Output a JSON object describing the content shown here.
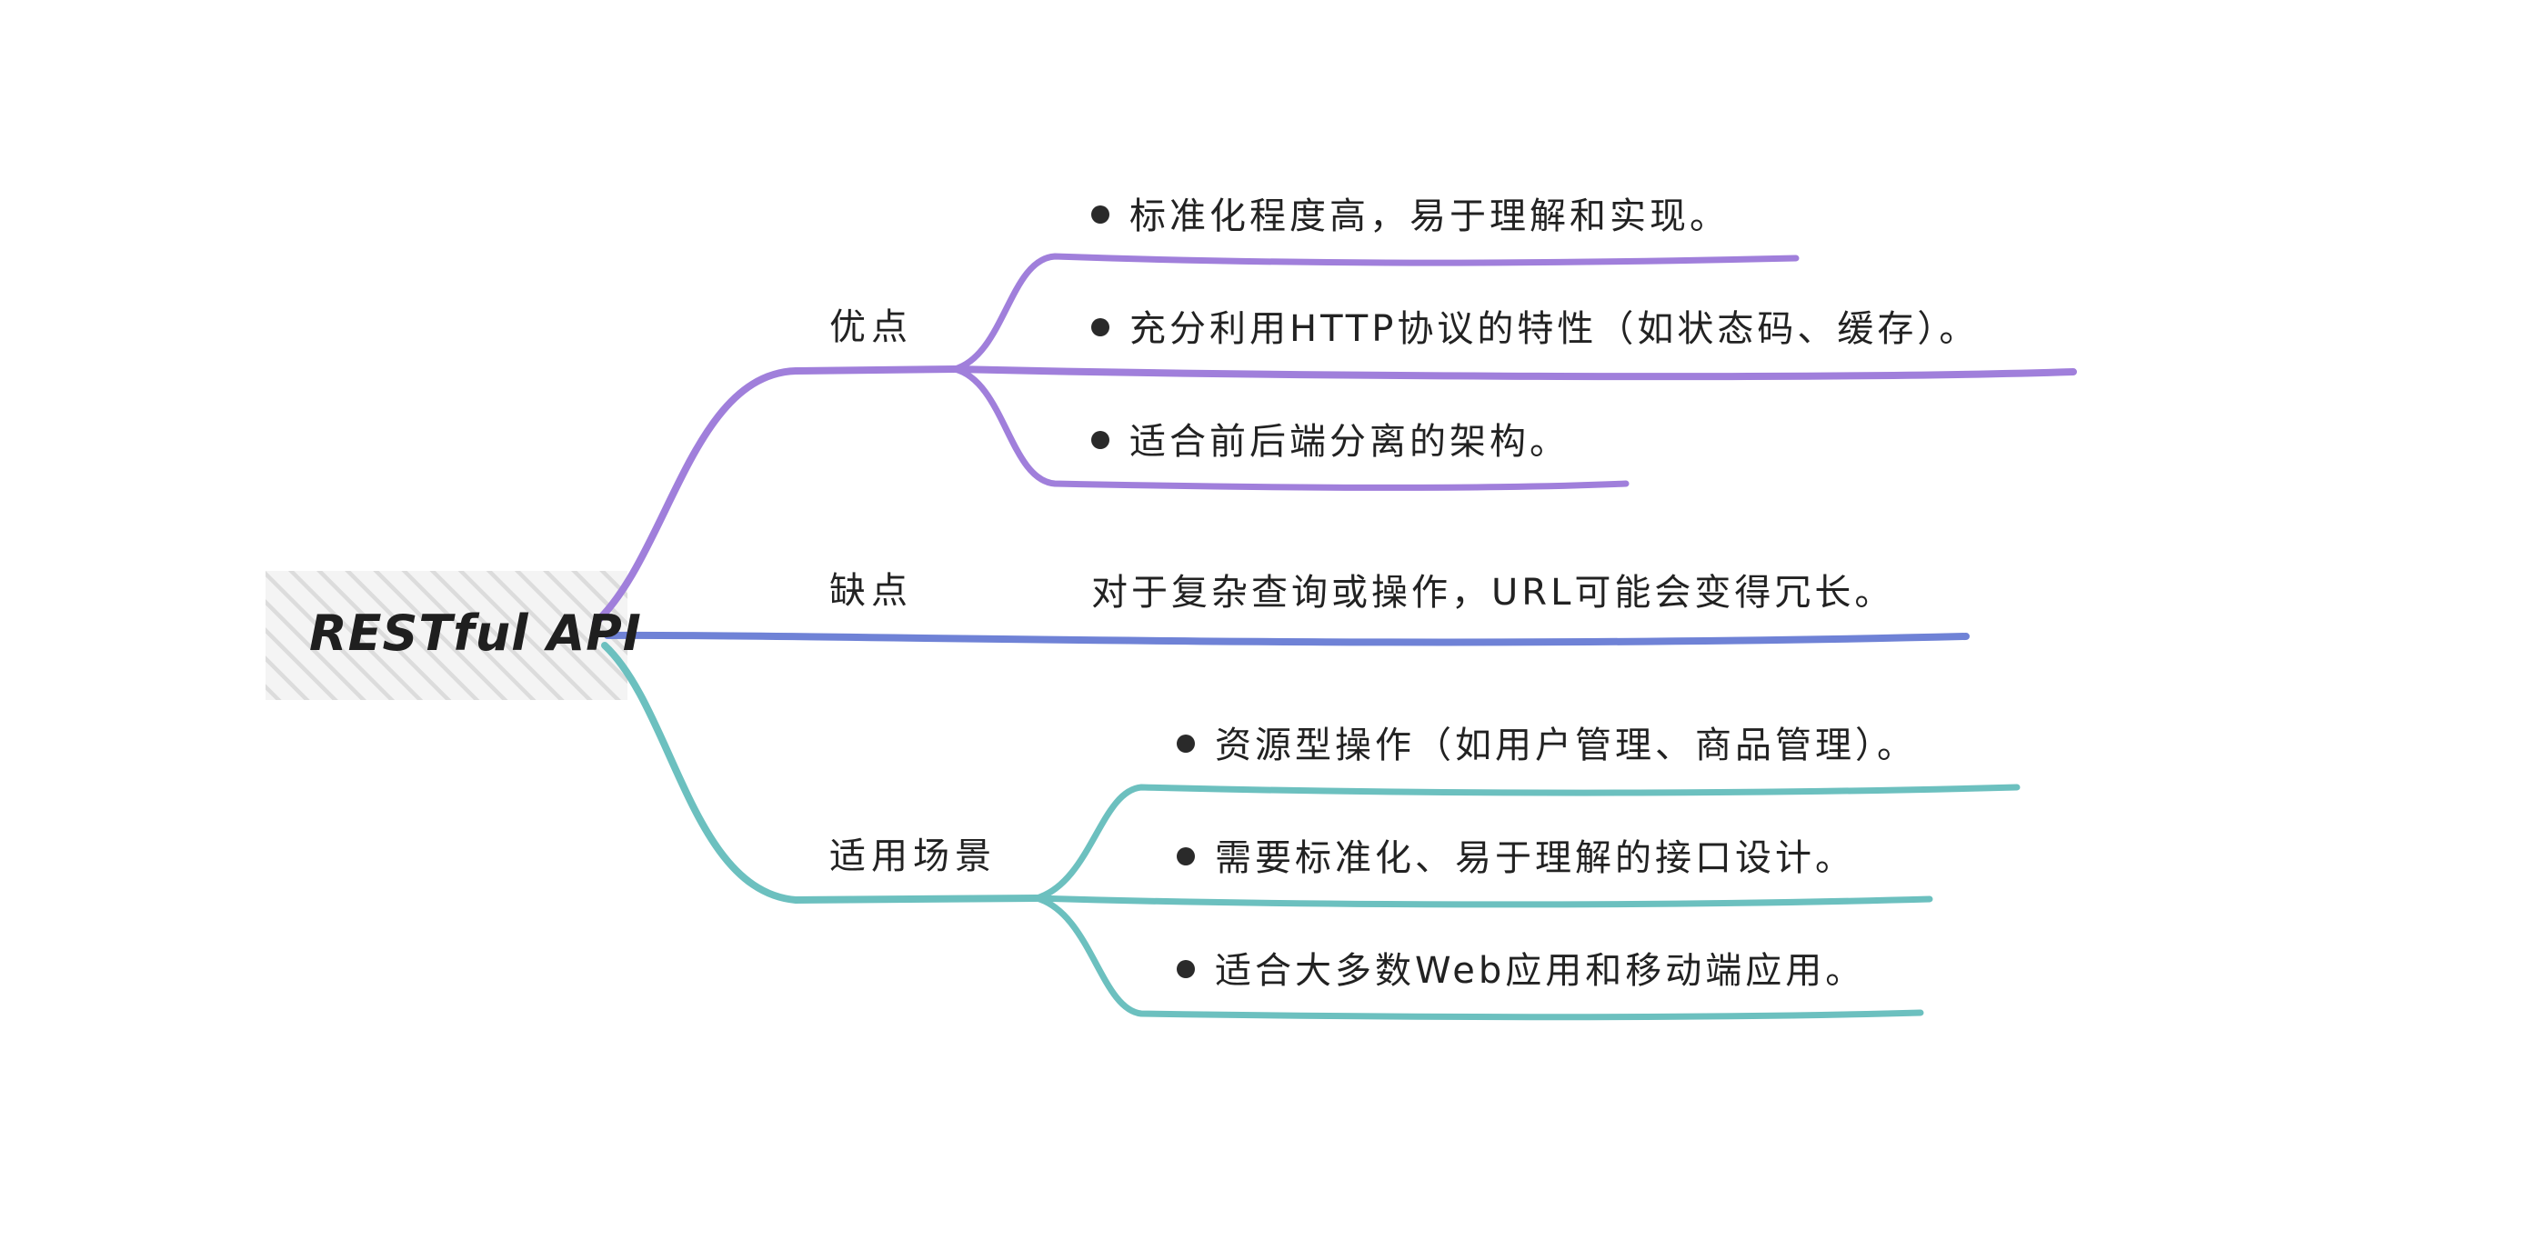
{
  "root": {
    "label": "RESTful API"
  },
  "colors": {
    "pros": "#a07fdb",
    "cons": "#6f82d6",
    "scenarios": "#6cc0bf",
    "text": "#222222",
    "root_hatch": "#d8d8d8"
  },
  "branches": [
    {
      "id": "pros",
      "label": "优点",
      "bulleted": true,
      "items": [
        "标准化程度高，易于理解和实现。",
        "充分利用HTTP协议的特性（如状态码、缓存）。",
        "适合前后端分离的架构。"
      ]
    },
    {
      "id": "cons",
      "label": "缺点",
      "bulleted": false,
      "items": [
        "对于复杂查询或操作，URL可能会变得冗长。"
      ]
    },
    {
      "id": "scenarios",
      "label": "适用场景",
      "bulleted": true,
      "items": [
        "资源型操作（如用户管理、商品管理）。",
        "需要标准化、易于理解的接口设计。",
        "适合大多数Web应用和移动端应用。"
      ]
    }
  ]
}
